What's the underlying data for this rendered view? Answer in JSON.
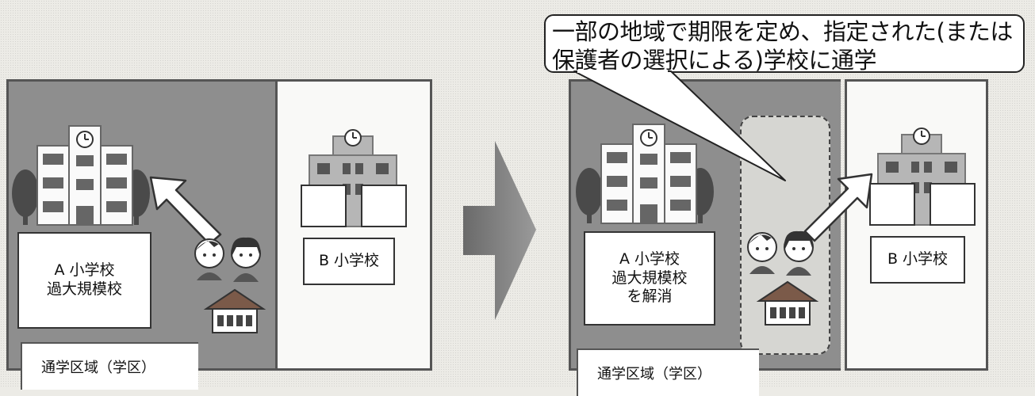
{
  "before": {
    "school_a": {
      "line1": "A 小学校",
      "line2": "過大規模校"
    },
    "school_b": "B 小学校",
    "district": "通学区域（学区）"
  },
  "after": {
    "school_a": {
      "line1": "A 小学校",
      "line2": "過大規模校",
      "line3": "を解消"
    },
    "school_b": "B 小学校",
    "district": "通学区域（学区）"
  },
  "callout": {
    "line1": "一部の地域で期限を定め、指定された(または",
    "line2": "保護者の選択による)学校に通学"
  },
  "icons": {
    "school": "school-building-icon",
    "children": "schoolchildren-icon",
    "house": "house-icon",
    "arrow": "transition-arrow-icon"
  },
  "colors": {
    "region_gray": "#8e8e8e",
    "region_white": "#f9f9f7",
    "border": "#555555"
  }
}
